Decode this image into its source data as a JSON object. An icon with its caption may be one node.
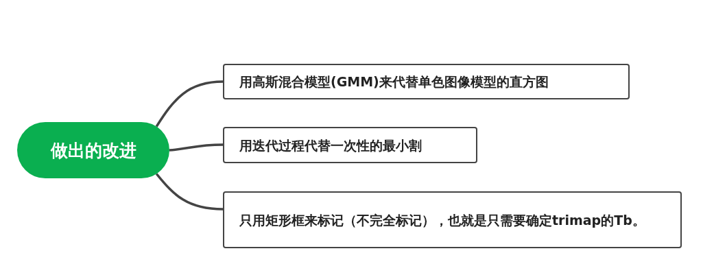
{
  "diagram": {
    "nodes": [
      {
        "text": [
          "做出的改进"
        ]
      },
      {
        "text": [
          "用高斯混合模型(GMM)来代替单色图像模型的直方图"
        ]
      },
      {
        "text": [
          "用迭代过程代替一次性的最小割"
        ]
      },
      {
        "text": [
          "只用矩形框来标记（不完全标记），也就是只需要确定trimap的Tb。"
        ]
      }
    ],
    "edges": [
      {
        "from": 0,
        "to": 1,
        "arrow": "none"
      },
      {
        "from": 0,
        "to": 2,
        "arrow": "none"
      },
      {
        "from": 0,
        "to": 3,
        "arrow": "none"
      }
    ]
  }
}
